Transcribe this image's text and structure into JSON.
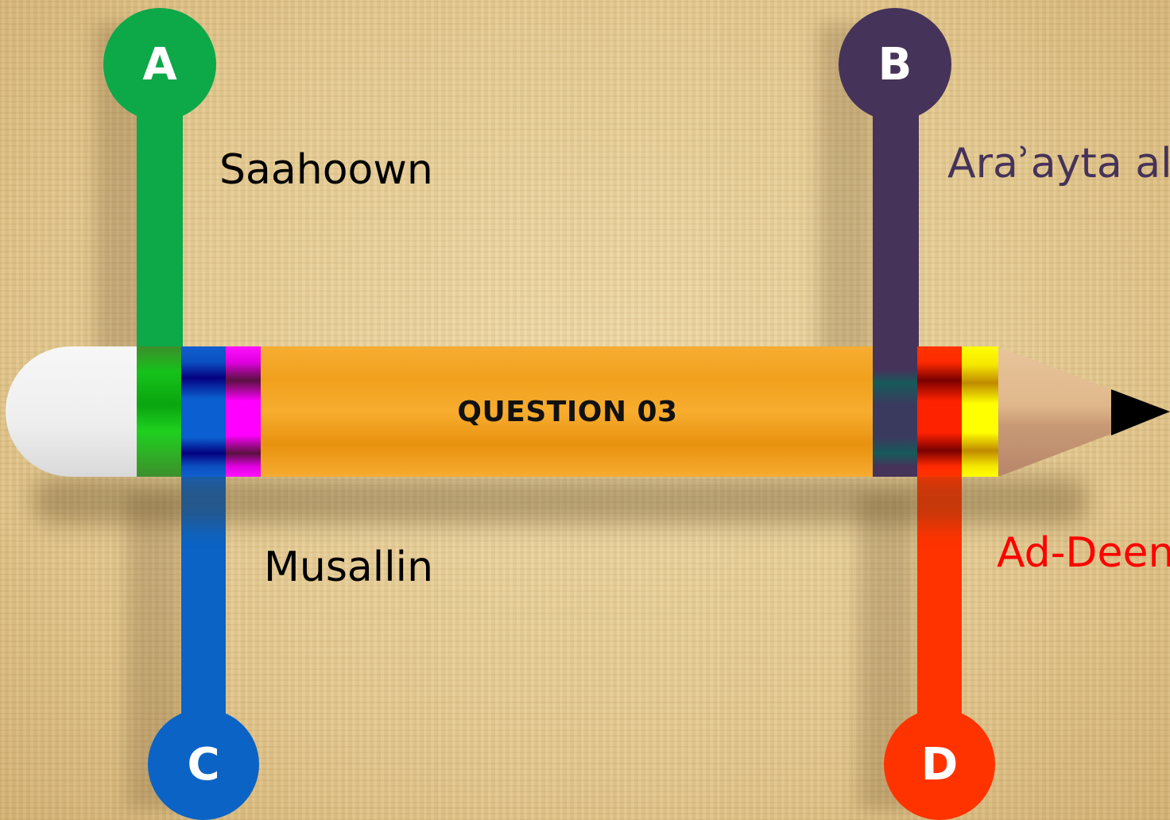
{
  "question": {
    "title": "QUESTION 03"
  },
  "options": {
    "a": {
      "letter": "A",
      "text": "Saahoown",
      "color": "#0da848"
    },
    "b": {
      "letter": "B",
      "text": "Araʾayta al",
      "color": "#45335a"
    },
    "c": {
      "letter": "C",
      "text": "Musallin",
      "color": "#0b63c5"
    },
    "d": {
      "letter": "D",
      "text": "Ad-Deen",
      "color": "#ff3300"
    }
  },
  "colors": {
    "pencil_body": "#f5a623",
    "eraser": "#eeeeee",
    "magenta_band": "#ff00ff",
    "yellow_band": "#ffff00",
    "wood": "#e3b98d",
    "lead": "#000000",
    "answer_a": "#000000",
    "answer_b": "#45335a",
    "answer_c": "#000000",
    "answer_d": "#ff0000"
  }
}
